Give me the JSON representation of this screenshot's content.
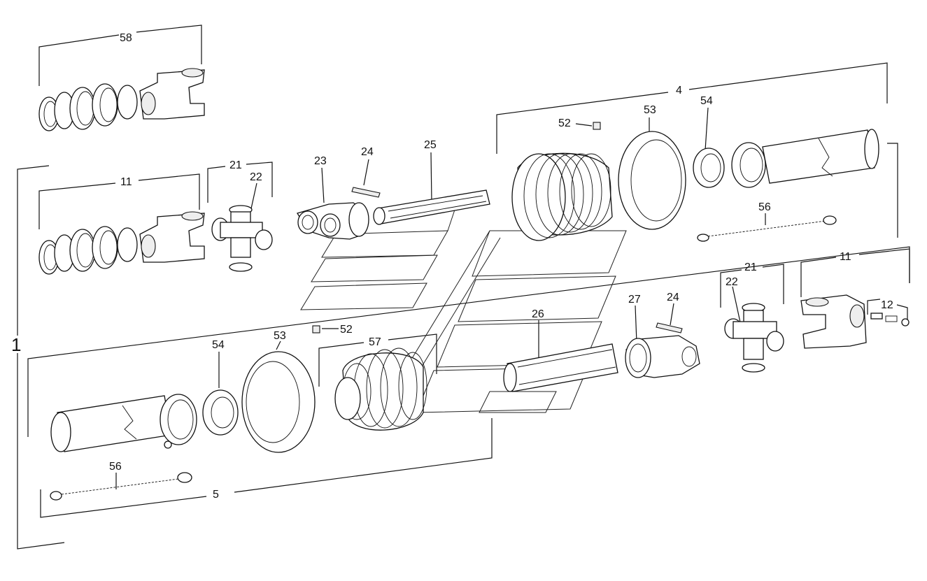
{
  "diagram": {
    "labels": {
      "l58": "58",
      "l4": "4",
      "l53a": "53",
      "l54a": "54",
      "l52a": "52",
      "l21a": "21",
      "l22a": "22",
      "l11a": "11",
      "l23": "23",
      "l24a": "24",
      "l25": "25",
      "l56a": "56",
      "l1": "1",
      "l21b": "21",
      "l11b": "11",
      "l22b": "22",
      "l12": "12",
      "l27": "27",
      "l24b": "24",
      "l26": "26",
      "l52b": "52",
      "l57": "57",
      "l54b": "54",
      "l53b": "53",
      "l56b": "56",
      "l5": "5"
    }
  }
}
